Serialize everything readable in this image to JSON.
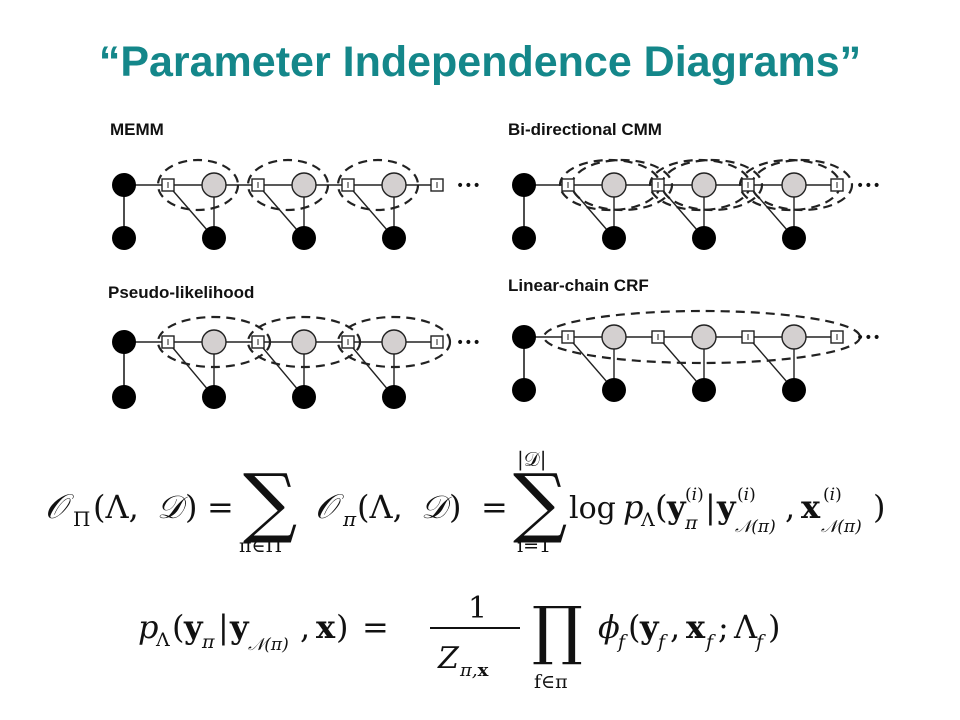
{
  "title": "“Parameter Independence Diagrams”",
  "panels": [
    {
      "label": "MEMM",
      "grouping": "node"
    },
    {
      "label": "Bi-directional CMM",
      "grouping": "node-bidirectional"
    },
    {
      "label": "Pseudo-likelihood",
      "grouping": "neighbourhood"
    },
    {
      "label": "Linear-chain CRF",
      "grouping": "whole-chain"
    }
  ],
  "ellipsis": "•••",
  "equations": {
    "objective": {
      "lhs": "𝒪Π(Λ, 𝒟)",
      "sum_sub": "π∈Π",
      "term": "𝒪π(Λ, 𝒟)",
      "sum2_top": "|𝒟|",
      "sum2_sub": "i=1",
      "term2": "log pΛ(yπ(i) | y𝒩(π)(i), x𝒩(π)(i))"
    },
    "conditional": {
      "lhs": "pΛ(yπ | y𝒩(π), x)",
      "frac_num": "1",
      "frac_den": "Zπ,x",
      "prod_sub": "f∈π",
      "term": "φf(yf, xf; Λf)"
    }
  },
  "colors": {
    "title": "#14878a",
    "node_fill": "#d4d0d0",
    "node_dark": "#000000"
  }
}
